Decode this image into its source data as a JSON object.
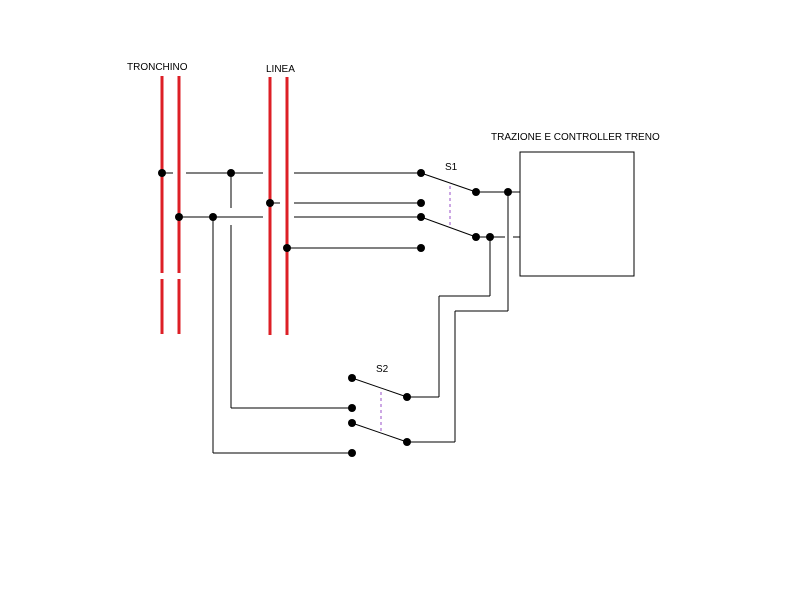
{
  "labels": {
    "tronchino": "TRONCHINO",
    "linea": "LINEA",
    "trazione": "TRAZIONE E CONTROLLER TRENO",
    "s1": "S1",
    "s2": "S2"
  },
  "colors": {
    "rail": "#dd1f26",
    "wire": "#000000",
    "mechanical_link": "#9a4fc9"
  }
}
